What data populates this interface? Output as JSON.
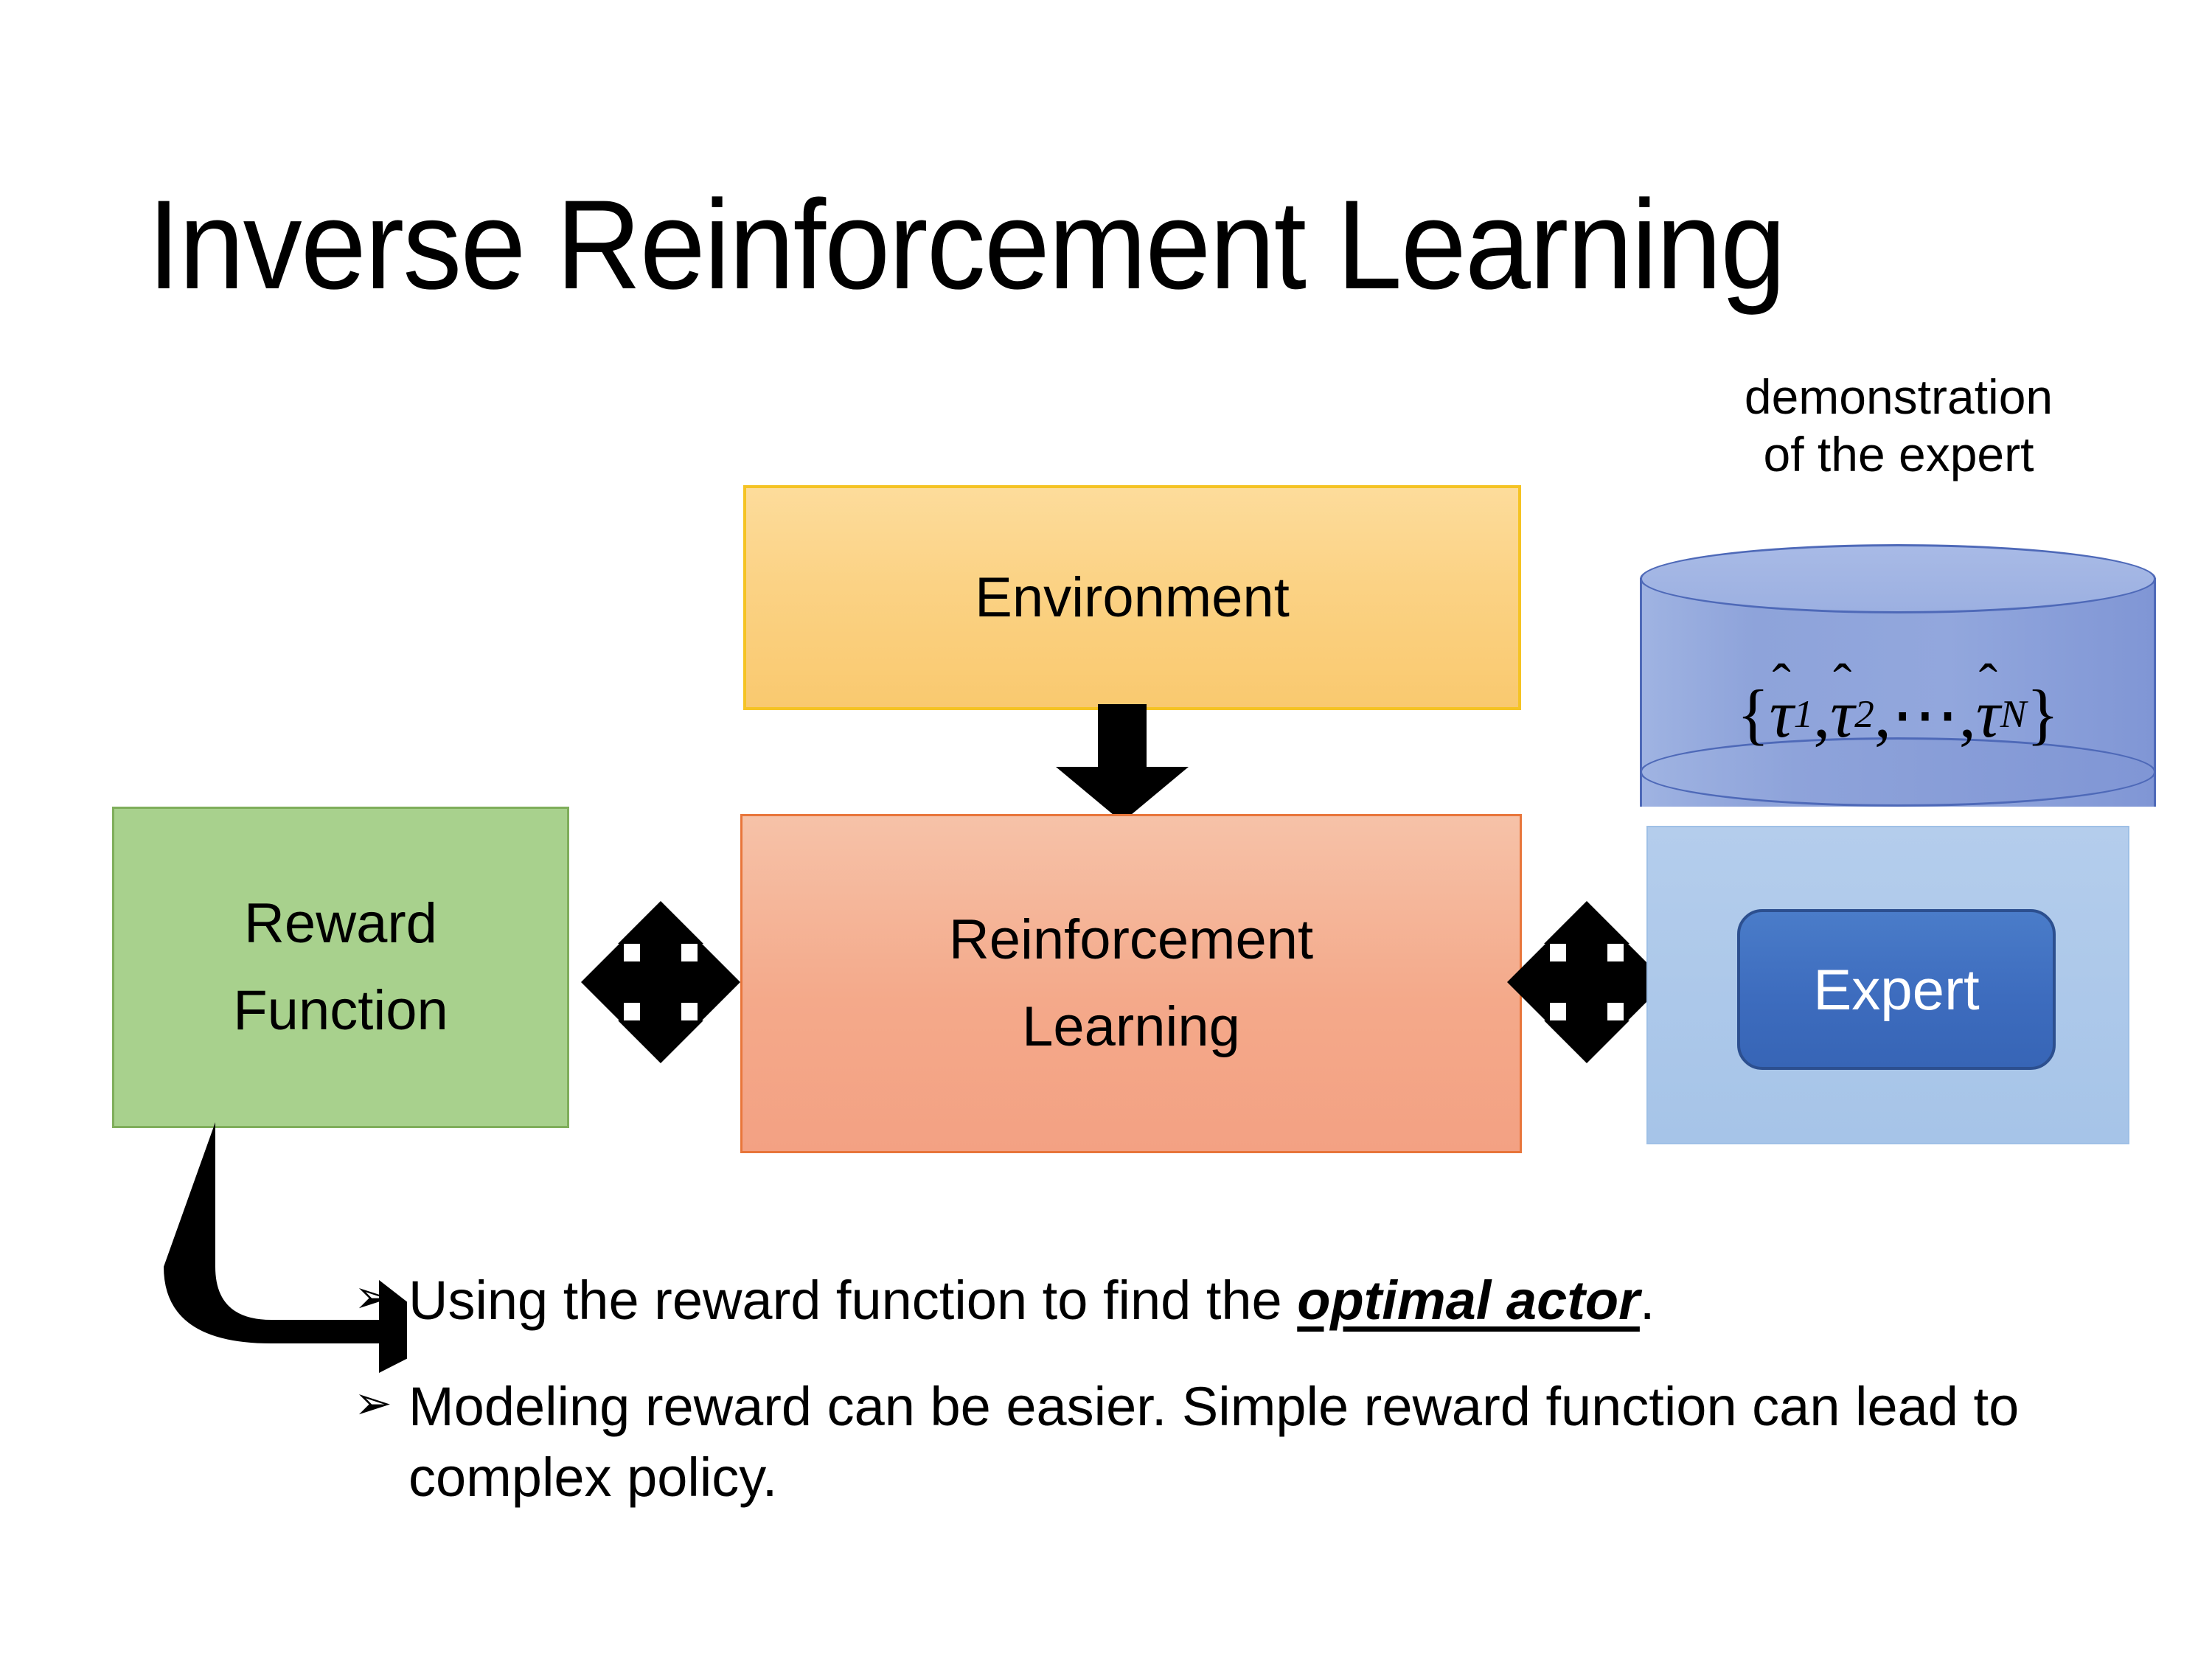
{
  "slide": {
    "title": "Inverse Reinforcement Learning",
    "background_color": "#FFFFFF"
  },
  "diagram": {
    "environment_box": {
      "label": "Environment",
      "fill_color": "#FBD284",
      "border_color": "#F5C324"
    },
    "reinforcement_learning_box": {
      "label_line1": "Reinforcement",
      "label_line2": "Learning",
      "fill_color": "#F4A98A",
      "border_color": "#E8763B"
    },
    "reward_function_box": {
      "label_line1": "Reward",
      "label_line2": "Function",
      "fill_color": "#A8D18D",
      "border_color": "#7FAE5B"
    },
    "expert_group": {
      "caption_line1": "demonstration",
      "caption_line2": "of the expert",
      "cylinder": {
        "formula_open": "{",
        "tau1": "τ",
        "tau1_sub": "1",
        "sep1": ", ",
        "tau2": "τ",
        "tau2_sub": "2",
        "sep2": ", ",
        "ellipsis": "⋯",
        "sep3": ", ",
        "tauN": "τ",
        "tauN_sub": "N",
        "formula_close": "}",
        "formula_plain": "{τ̂1, τ̂2, ⋯, τ̂N}",
        "fill_color": "#8EA3DA",
        "border_color": "#4E69B8"
      },
      "panel_fill_color": "#A6C4E8",
      "expert_box": {
        "label": "Expert",
        "fill_color": "#3D6CBE",
        "border_color": "#2C4F8F",
        "text_color": "#FFFFFF"
      }
    },
    "connectors": {
      "environment_to_rl": "down-arrow",
      "reward_to_rl": "four-way-arrow",
      "rl_to_expert": "four-way-arrow",
      "reward_to_bullets": "elbow-arrow",
      "arrow_color": "#000000"
    }
  },
  "bullets": [
    {
      "marker": "➢",
      "text_before": "Using the reward function to find the ",
      "emphasis": "optimal actor",
      "text_after": "."
    },
    {
      "marker": "➢",
      "text_before": "Modeling reward can be easier. Simple reward function can lead to complex policy.",
      "emphasis": "",
      "text_after": ""
    }
  ]
}
